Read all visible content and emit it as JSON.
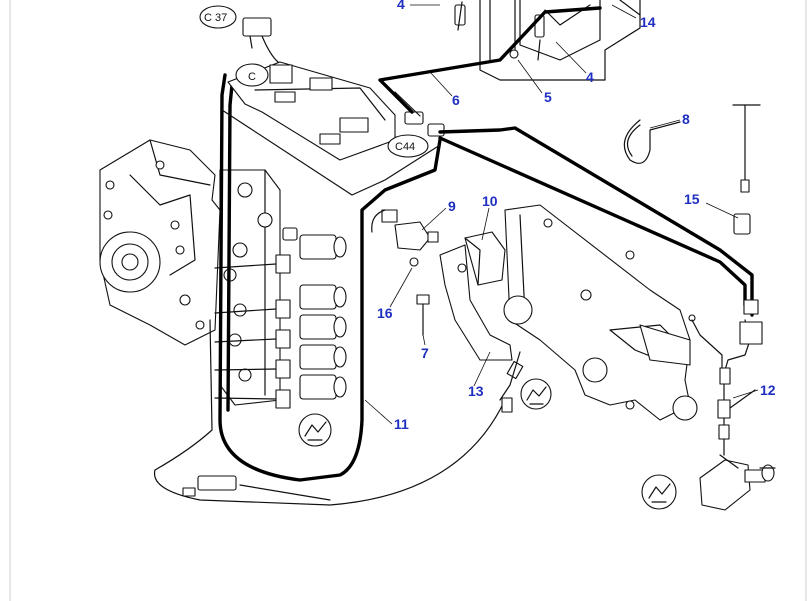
{
  "labels": {
    "c37": "C 37",
    "c": "C",
    "c44": "C44"
  },
  "part_numbers": {
    "n4_top": "4",
    "n14": "14",
    "n6": "6",
    "n5": "5",
    "n4": "4",
    "n8": "8",
    "n15": "15",
    "n9": "9",
    "n10": "10",
    "n16": "16",
    "n7": "7",
    "n13": "13",
    "n11": "11",
    "n12": "12"
  },
  "colors": {
    "callout_number": "#1f2fbf",
    "line": "#111111",
    "background": "#ffffff"
  },
  "icons": [
    "hydraulic-symbol-icon",
    "hydraulic-symbol-icon",
    "hydraulic-symbol-icon"
  ]
}
